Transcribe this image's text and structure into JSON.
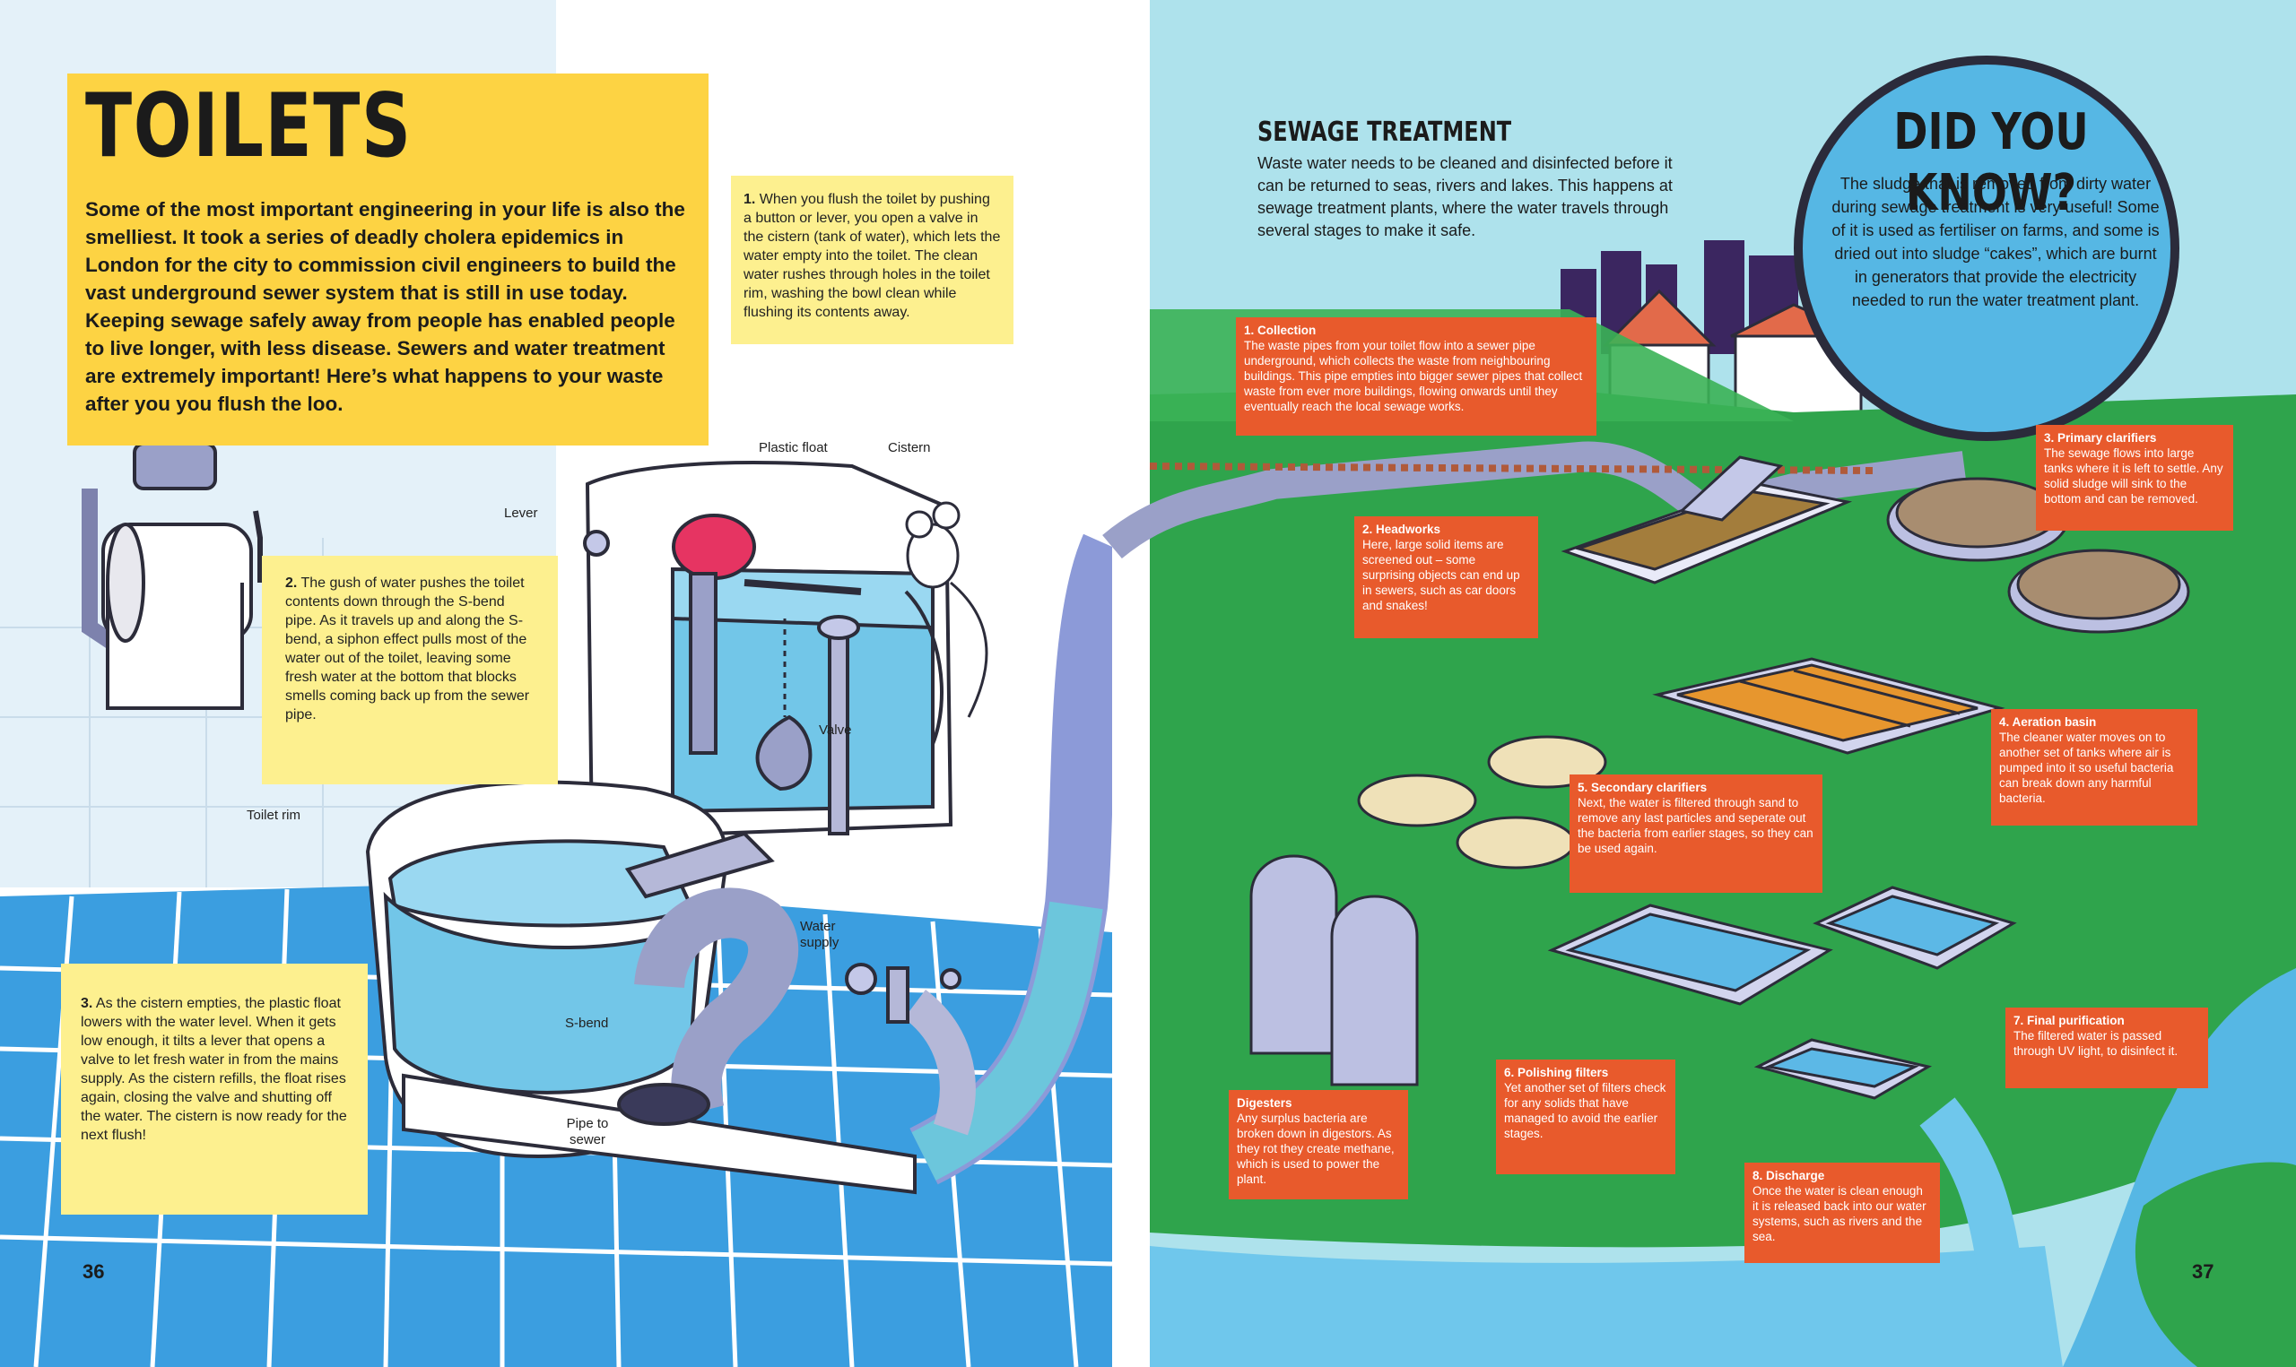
{
  "left_page": {
    "title": "TOILETS",
    "intro": "Some of the most important engineering in your life is also the smelliest. It took a series of deadly cholera epidemics in London for the city to commission civil engineers to build the vast underground sewer system that is still in use today. Keeping sewage safely away from people has enabled people to live longer, with less disease. Sewers and water treatment are extremely important! Here’s what happens to your waste after you you flush the loo.",
    "step1": {
      "num": "1.",
      "text": "When you flush the toilet by pushing a button or lever, you open a valve in the cistern (tank of water), which lets the water empty into the toilet. The clean water rushes through holes in the toilet rim, washing the bowl clean while flushing its contents away."
    },
    "step2": {
      "num": "2.",
      "text": "The gush of water pushes the toilet contents down through the S-bend pipe. As it travels up and along the S-bend, a siphon effect pulls most of the water out of the toilet, leaving some fresh water at the bottom that blocks smells coming back up from the sewer pipe."
    },
    "step3": {
      "num": "3.",
      "text": "As the cistern empties, the plastic float lowers with the water level. When it gets low enough, it tilts a lever that opens a valve to let fresh water in from the mains supply. As the cistern refills, the float rises again, closing the valve and shutting off the water. The cistern is now ready for the next flush!"
    },
    "labels": {
      "plastic_float": "Plastic float",
      "cistern": "Cistern",
      "lever": "Lever",
      "valve": "Valve",
      "toilet_rim": "Toilet rim",
      "water_supply": "Water supply",
      "s_bend": "S-bend",
      "pipe_to_sewer": "Pipe to sewer"
    },
    "page_number": "36"
  },
  "right_page": {
    "section_title": "SEWAGE TREATMENT",
    "section_body": "Waste water needs to be cleaned and disinfected before it can be returned to seas, rivers and lakes. This happens at sewage treatment plants, where the water travels through several stages to make it safe.",
    "did_you_know": {
      "title": "DID YOU KNOW?",
      "body": "The sludge that is removed from dirty water during sewage treatment is very useful! Some of it is used as fertiliser on farms, and some is dried out into sludge “cakes”, which are burnt in generators that provide the electricity needed to run the water treatment plant."
    },
    "stages": [
      {
        "title": "1. Collection",
        "text": "The waste pipes from your toilet flow into a sewer pipe underground, which collects the waste from neighbouring buildings. This pipe empties into bigger sewer pipes that collect waste from ever more buildings, flowing onwards until they eventually reach the local sewage works."
      },
      {
        "title": "2. Headworks",
        "text": "Here, large solid items are screened out – some surprising objects can end up in sewers, such as car doors and snakes!"
      },
      {
        "title": "3. Primary clarifiers",
        "text": "The sewage flows into large tanks where it is left to settle. Any solid sludge will sink to the bottom and can be removed."
      },
      {
        "title": "4. Aeration basin",
        "text": "The cleaner water moves on to another set of tanks where air is pumped into it so useful bacteria can break down any harmful bacteria."
      },
      {
        "title": "5. Secondary clarifiers",
        "text": "Next, the water is filtered through sand to remove any last particles and seperate out the bacteria from earlier stages, so they can be used again."
      },
      {
        "title": "6. Polishing filters",
        "text": "Yet another set of filters check for any solids that have managed to avoid the earlier stages."
      },
      {
        "title": "7. Final purification",
        "text": "The filtered water is passed through UV light, to disinfect it."
      },
      {
        "title": "8. Discharge",
        "text": "Once the water is clean enough it is released back into our water systems, such as rivers and the sea."
      },
      {
        "title": "Digesters",
        "text": "Any surplus bacteria are broken down in digestors. As they rot they create methane, which is used to power the plant."
      }
    ],
    "page_number": "37"
  }
}
